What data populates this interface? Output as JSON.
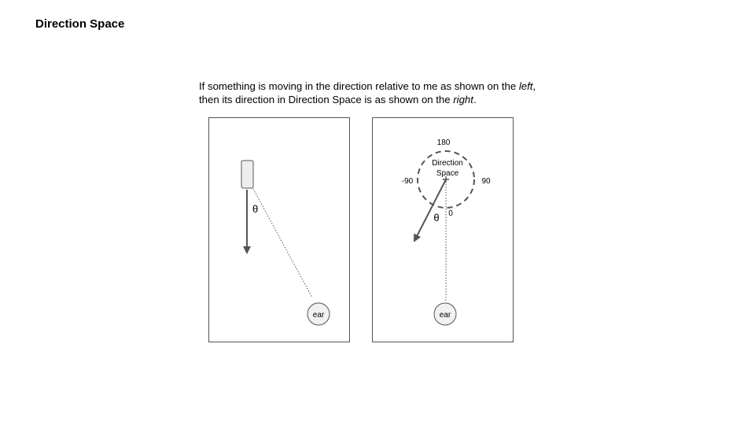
{
  "page": {
    "title": "Direction Space"
  },
  "caption": {
    "line1_before": "If something is moving in the direction relative to me as shown on the ",
    "line1_emph": "left",
    "line1_after": ",",
    "line2_before": "then its direction in Direction Space is as shown on the ",
    "line2_emph": "right",
    "line2_after": "."
  },
  "left_diagram": {
    "angle_label": "θ",
    "ear_label": "ear"
  },
  "right_diagram": {
    "circle_label_line1": "Direction",
    "circle_label_line2": "Space",
    "label_top": "180",
    "label_left": "-90",
    "label_right": "90",
    "label_bottom": "0",
    "angle_label": "θ",
    "ear_label": "ear"
  },
  "colors": {
    "arrow": "#555555",
    "ear_fill": "#f1f1f1",
    "object_fill": "#eeeeee",
    "border": "#555555"
  }
}
